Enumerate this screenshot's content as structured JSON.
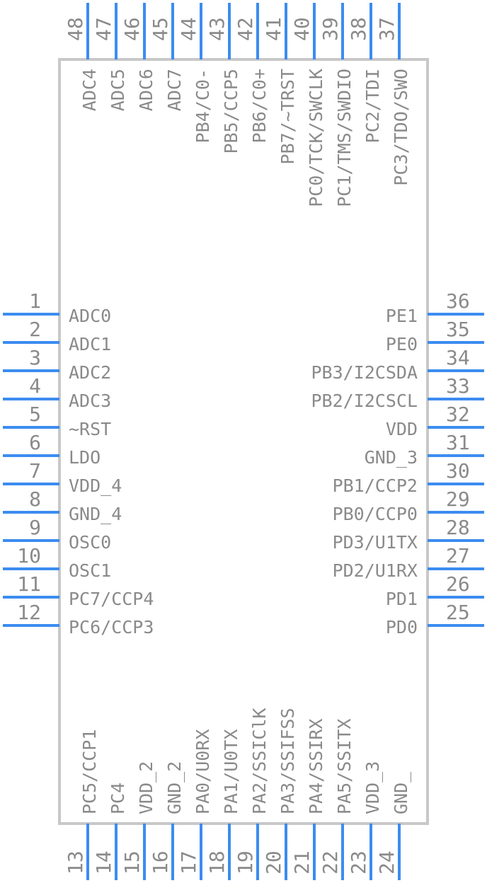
{
  "component": {
    "colors": {
      "body_stroke": "#c8c8c8",
      "pin": "#3c8cf0",
      "text": "#8a8a8a",
      "background": "#ffffff"
    },
    "left_pins": [
      {
        "number": "1",
        "name": "ADC0"
      },
      {
        "number": "2",
        "name": "ADC1"
      },
      {
        "number": "3",
        "name": "ADC2"
      },
      {
        "number": "4",
        "name": "ADC3"
      },
      {
        "number": "5",
        "name": "~RST"
      },
      {
        "number": "6",
        "name": "LDO"
      },
      {
        "number": "7",
        "name": "VDD_4"
      },
      {
        "number": "8",
        "name": "GND_4"
      },
      {
        "number": "9",
        "name": "OSC0"
      },
      {
        "number": "10",
        "name": "OSC1"
      },
      {
        "number": "11",
        "name": "PC7/CCP4"
      },
      {
        "number": "12",
        "name": "PC6/CCP3"
      }
    ],
    "bottom_pins": [
      {
        "number": "13",
        "name": "PC5/CCP1"
      },
      {
        "number": "14",
        "name": "PC4"
      },
      {
        "number": "15",
        "name": "VDD_2"
      },
      {
        "number": "16",
        "name": "GND_2"
      },
      {
        "number": "17",
        "name": "PA0/U0RX"
      },
      {
        "number": "18",
        "name": "PA1/U0TX"
      },
      {
        "number": "19",
        "name": "PA2/SSIClK"
      },
      {
        "number": "20",
        "name": "PA3/SSIFSS"
      },
      {
        "number": "21",
        "name": "PA4/SSIRX"
      },
      {
        "number": "22",
        "name": "PA5/SSITX"
      },
      {
        "number": "23",
        "name": "VDD_3"
      },
      {
        "number": "24",
        "name": "GND_"
      }
    ],
    "right_pins": [
      {
        "number": "36",
        "name": "PE1"
      },
      {
        "number": "35",
        "name": "PE0"
      },
      {
        "number": "34",
        "name": "PB3/I2CSDA"
      },
      {
        "number": "33",
        "name": "PB2/I2CSCL"
      },
      {
        "number": "32",
        "name": "VDD"
      },
      {
        "number": "31",
        "name": "GND_3"
      },
      {
        "number": "30",
        "name": "PB1/CCP2"
      },
      {
        "number": "29",
        "name": "PB0/CCP0"
      },
      {
        "number": "28",
        "name": "PD3/U1TX"
      },
      {
        "number": "27",
        "name": "PD2/U1RX"
      },
      {
        "number": "26",
        "name": "PD1"
      },
      {
        "number": "25",
        "name": "PD0"
      }
    ],
    "top_pins": [
      {
        "number": "48",
        "name": "ADC4"
      },
      {
        "number": "47",
        "name": "ADC5"
      },
      {
        "number": "46",
        "name": "ADC6"
      },
      {
        "number": "45",
        "name": "ADC7"
      },
      {
        "number": "44",
        "name": "PB4/C0-"
      },
      {
        "number": "43",
        "name": "PB5/CCP5"
      },
      {
        "number": "42",
        "name": "PB6/C0+"
      },
      {
        "number": "41",
        "name": "PB7/~TRST"
      },
      {
        "number": "40",
        "name": "PC0/TCK/SWCLK"
      },
      {
        "number": "39",
        "name": "PC1/TMS/SWDIO"
      },
      {
        "number": "38",
        "name": "PC2/TDI"
      },
      {
        "number": "37",
        "name": "PC3/TDO/SWO"
      }
    ]
  }
}
